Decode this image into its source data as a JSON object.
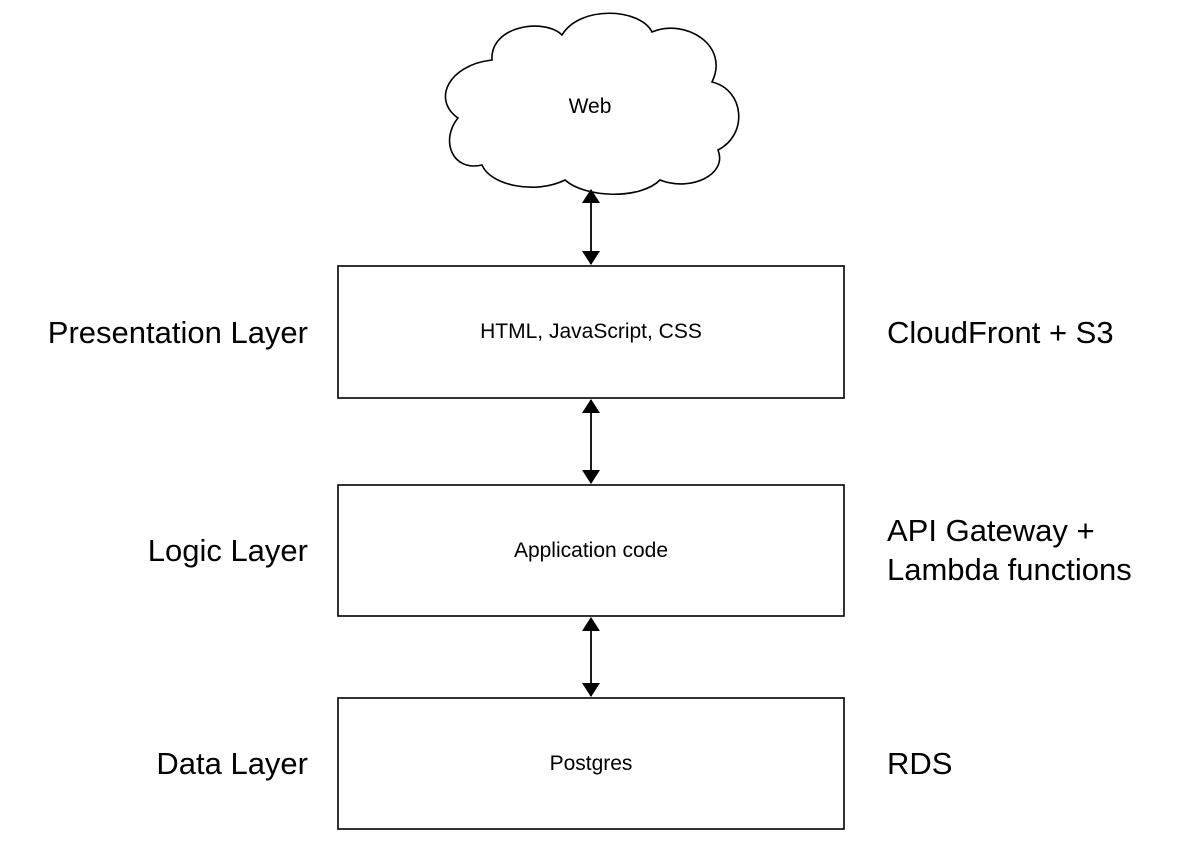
{
  "diagram": {
    "cloud": {
      "label": "Web"
    },
    "boxes": [
      {
        "id": "presentation",
        "label": "HTML, JavaScript, CSS"
      },
      {
        "id": "logic",
        "label": "Application code"
      },
      {
        "id": "data",
        "label": "Postgres"
      }
    ],
    "layers": [
      {
        "id": "presentation",
        "name": "Presentation Layer",
        "service_lines": [
          "CloudFront + S3"
        ]
      },
      {
        "id": "logic",
        "name": "Logic Layer",
        "service_lines": [
          "API Gateway +",
          "Lambda functions"
        ]
      },
      {
        "id": "data",
        "name": "Data Layer",
        "service_lines": [
          "RDS"
        ]
      }
    ],
    "edges": [
      {
        "from": "cloud",
        "to": "presentation",
        "direction": "both"
      },
      {
        "from": "presentation",
        "to": "logic",
        "direction": "both"
      },
      {
        "from": "logic",
        "to": "data",
        "direction": "both"
      }
    ],
    "colors": {
      "stroke": "#000000",
      "fill": "#ffffff",
      "text": "#000000"
    }
  }
}
